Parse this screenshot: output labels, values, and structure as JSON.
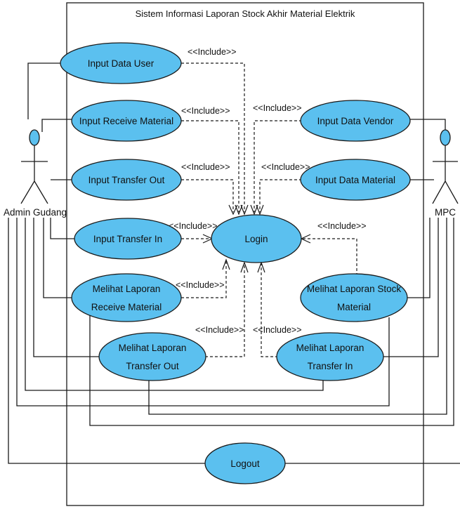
{
  "system": {
    "title": "Sistem Informasi Laporan Stock Akhir Material Elektrik"
  },
  "actors": {
    "admin": "Admin Gudang",
    "mpc": "MPC"
  },
  "use_cases": {
    "input_data_user": "Input Data User",
    "input_receive_material": "Input Receive Material",
    "input_transfer_out": "Input Transfer Out",
    "input_transfer_in": "Input Transfer In",
    "melihat_laporan_receive_1": "Melihat Laporan",
    "melihat_laporan_receive_2": "Receive Material",
    "melihat_laporan_transfer_out_1": "Melihat Laporan",
    "melihat_laporan_transfer_out_2": "Transfer Out",
    "login": "Login",
    "input_data_vendor": "Input Data Vendor",
    "input_data_material": "Input Data Material",
    "melihat_laporan_stock_1": "Melihat Laporan Stock",
    "melihat_laporan_stock_2": "Material",
    "melihat_laporan_transfer_in_1": "Melihat Laporan",
    "melihat_laporan_transfer_in_2": "Transfer In",
    "logout": "Logout"
  },
  "include_label": "<<Include>>",
  "colors": {
    "use_case_fill": "#5bc0ef",
    "use_case_stroke": "#1a1a1a"
  }
}
